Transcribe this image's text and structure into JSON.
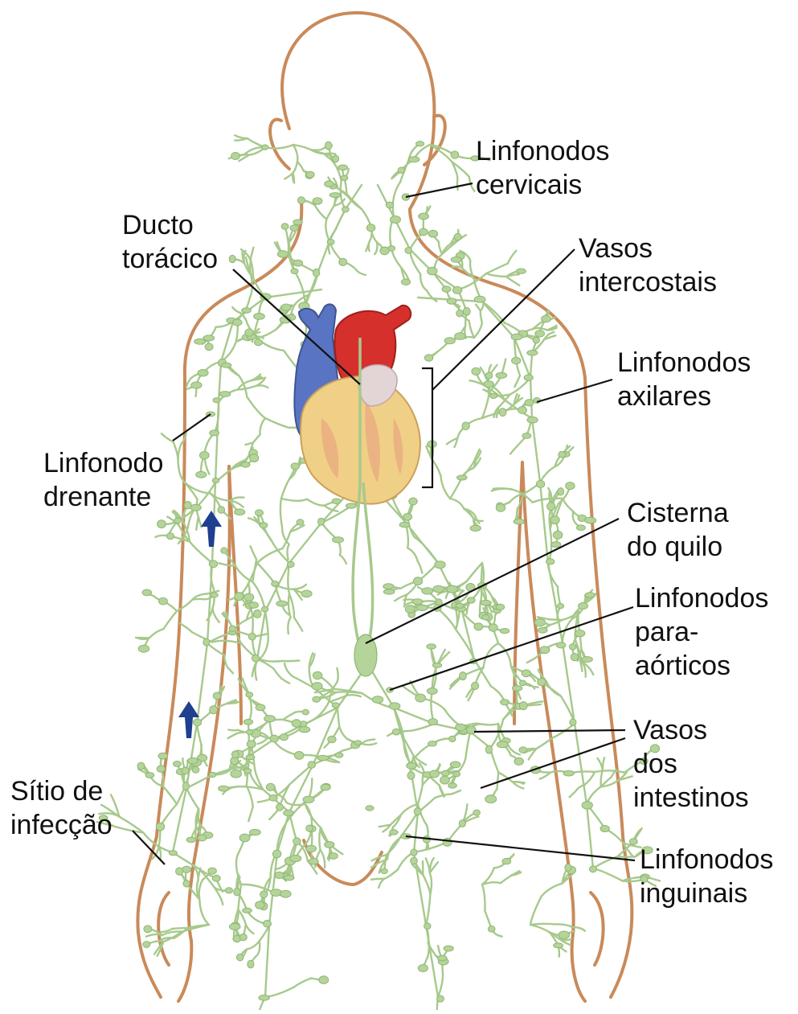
{
  "labels": {
    "cervical": [
      "Linfonodos",
      "cervicais"
    ],
    "thoracic_duct": [
      "Ducto",
      "torácico"
    ],
    "intercostal": [
      "Vasos",
      "intercostais"
    ],
    "axillary": [
      "Linfonodos",
      "axilares"
    ],
    "draining_node": [
      "Linfonodo",
      "drenante"
    ],
    "cisterna": [
      "Cisterna",
      "do quilo"
    ],
    "paraaortic": [
      "Linfonodos",
      "para-",
      "aórticos"
    ],
    "intestinal": [
      "Vasos",
      "dos",
      "intestinos"
    ],
    "infection": [
      "Sítio de",
      "infecção"
    ],
    "inguinal": [
      "Linfonodos",
      "inguinais"
    ]
  },
  "colors": {
    "body_outline": "#c98a5a",
    "lymph": "#a7c98c",
    "lymph_node": "#b5d49a",
    "vein": "#5a74c4",
    "artery": "#d6302c",
    "heart": "#f0cf86",
    "arrow": "#1f3f8f",
    "leader": "#111111"
  }
}
